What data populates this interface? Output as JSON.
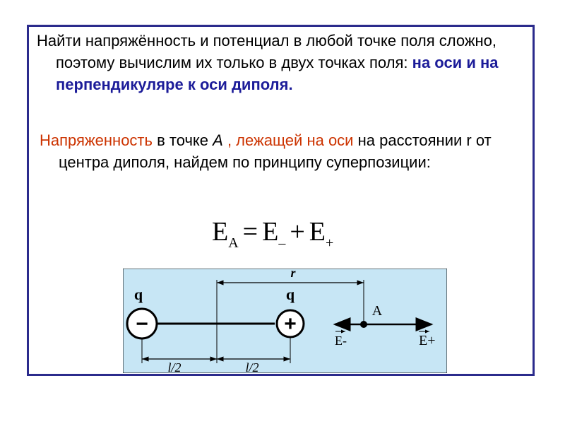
{
  "text": {
    "p1_plain": "Найти напряжённость и потенциал в любой точке поля сложно, поэтому вычислим их только в двух точках поля: ",
    "p1_bold": "на оси и на перпендикуляре к оси диполя.",
    "p2_red1": "Напряженность",
    "p2_mid1": " в точке ",
    "p2_A": "А",
    "p2_red2": " , лежащей на оси",
    "p2_rest": " на расстоянии  r от центра диполя, найдем по принципу суперпозиции:"
  },
  "formula": {
    "E": "E",
    "sub_A": "A",
    "eq": "=",
    "sub_minus": "–",
    "plus": "+",
    "sub_plus": "+"
  },
  "diagram": {
    "bg_color": "#c7e6f5",
    "q_left": "q",
    "q_right": "q",
    "sign_minus": "−",
    "sign_plus": "+",
    "label_r": "r",
    "label_A": "A",
    "label_l2_left": "l/2",
    "label_l2_right": "l/2",
    "label_E_minus": "E-",
    "label_E_plus": "E+"
  }
}
